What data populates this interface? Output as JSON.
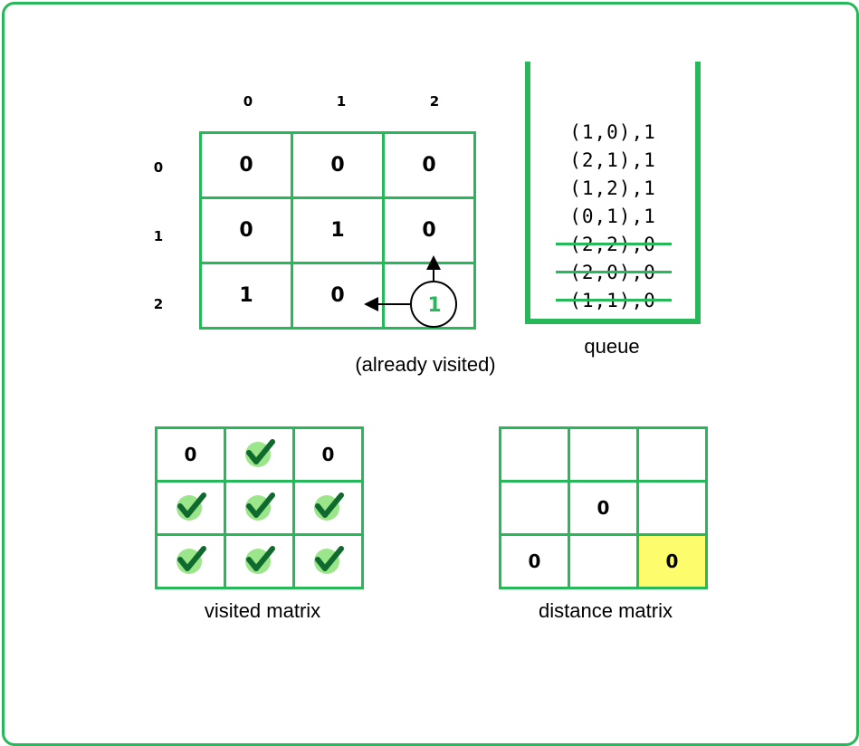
{
  "grid": {
    "col_headers": [
      "0",
      "1",
      "2"
    ],
    "row_headers": [
      "0",
      "1",
      "2"
    ],
    "rows": [
      [
        "0",
        "0",
        "0"
      ],
      [
        "0",
        "1",
        "0"
      ],
      [
        "1",
        "0",
        "1"
      ]
    ],
    "current_cell_value": "1",
    "current_cell_color": "#27b85a",
    "note": "(already visited)"
  },
  "queue": {
    "label": "queue",
    "items": [
      {
        "text": "(1,0),1",
        "removed": false
      },
      {
        "text": "(2,1),1",
        "removed": false
      },
      {
        "text": "(1,2),1",
        "removed": false
      },
      {
        "text": "(0,1),1",
        "removed": false
      },
      {
        "text": "(2,2),0",
        "removed": true
      },
      {
        "text": "(2,0),0",
        "removed": true
      },
      {
        "text": "(1,1),0",
        "removed": true
      }
    ]
  },
  "visited_matrix": {
    "label": "visited matrix",
    "rows": [
      [
        "0",
        "check",
        "0"
      ],
      [
        "check",
        "check",
        "check"
      ],
      [
        "check",
        "check",
        "check"
      ]
    ]
  },
  "distance_matrix": {
    "label": "distance matrix",
    "rows": [
      [
        "",
        "",
        ""
      ],
      [
        "",
        "0",
        ""
      ],
      [
        "0",
        "",
        "0"
      ]
    ],
    "highlight_cell": "2,2",
    "highlight_color": "#fcfc6c"
  },
  "colors": {
    "accent": "#27b85a",
    "check_bg": "#9be58a",
    "check_mark": "#0f6a2e"
  }
}
